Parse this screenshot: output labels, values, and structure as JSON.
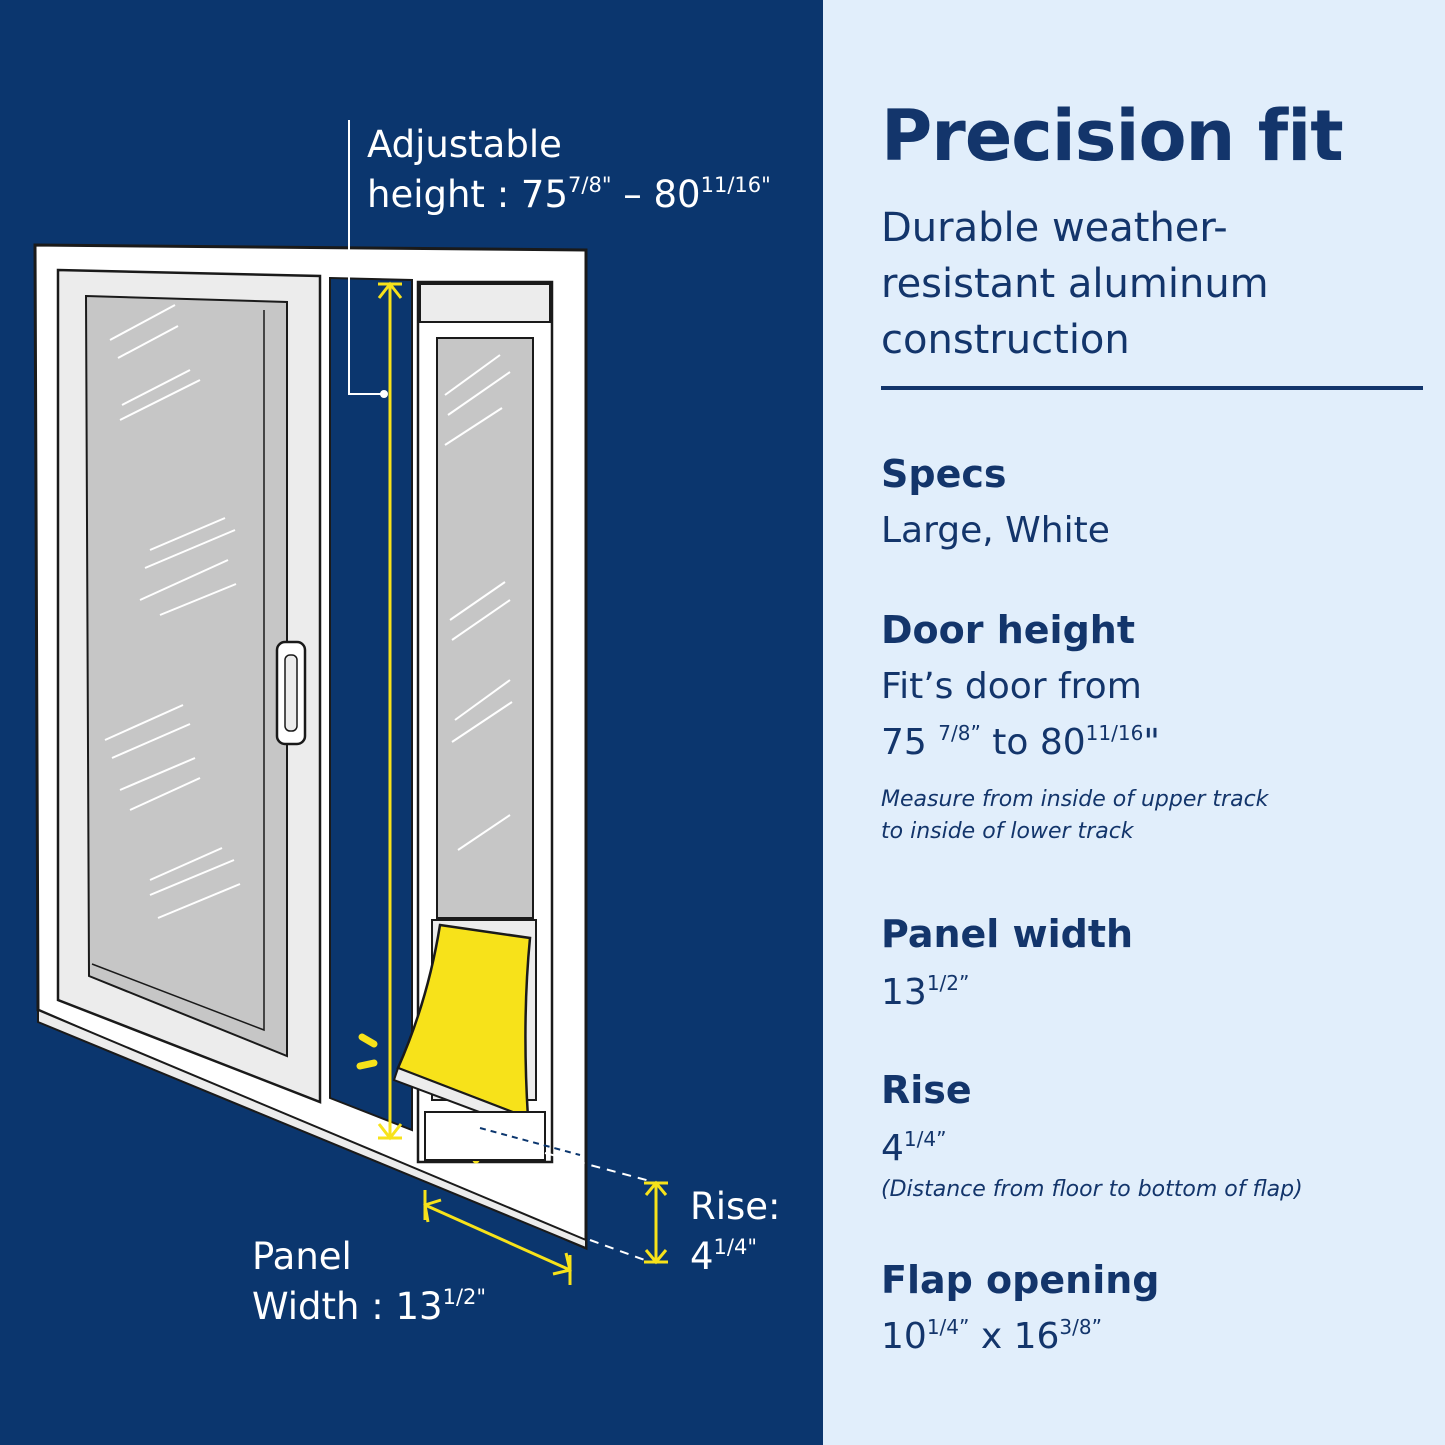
{
  "callouts": {
    "height_label_line1": "Adjustable",
    "height_label_prefix": "height : 75",
    "height_min_frac": "7/8\"",
    "height_dash": " – 80",
    "height_max_frac": "11/16\"",
    "panel_label_line1": "Panel",
    "panel_label_prefix": "Width : 13",
    "panel_frac": "1/2\"",
    "rise_label_line1": "Rise:",
    "rise_prefix": "4",
    "rise_frac": "1/4\""
  },
  "info": {
    "title": "Precision fit",
    "subtitle_lines": [
      "Durable weather-",
      "resistant aluminum",
      "construction"
    ],
    "specs_heading": "Specs",
    "specs_value": "Large, White",
    "door_height_heading": "Door height",
    "door_height_line1": "Fit’s door from",
    "door_height_a": "75 ",
    "door_height_a_frac": "7/8”",
    "door_height_b": " to 80",
    "door_height_b_frac": "11/16",
    "door_height_b_suffix": "\"",
    "door_height_note_lines": [
      "Measure from inside of upper track",
      "to inside of lower track"
    ],
    "panel_width_heading": "Panel width",
    "panel_width_whole": "13",
    "panel_width_frac": "1/2”",
    "rise_heading": "Rise",
    "rise_whole": "4",
    "rise_frac": "1/4”",
    "rise_note": "(Distance from floor to bottom of flap)",
    "flap_heading": "Flap opening",
    "flap_a": "10",
    "flap_a_frac": "1/4”",
    "flap_x": " x  16",
    "flap_b_frac": "3/8”"
  },
  "colors": {
    "left_bg": "#0b366e",
    "right_bg": "#e1eefb",
    "text_navy": "#13356b",
    "accent_yellow": "#f7e21a"
  }
}
